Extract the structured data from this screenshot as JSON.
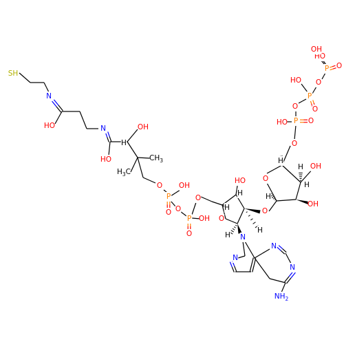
{
  "colors": {
    "bond": "#000000",
    "O": "#ff0000",
    "N": "#0000ff",
    "S": "#b2b200",
    "P": "#ff8000"
  },
  "atom_labels": [
    {
      "id": "sh",
      "text": "SH",
      "el": "S"
    },
    {
      "id": "n-thioamide",
      "text": "N",
      "el": "N"
    },
    {
      "id": "ho-thioamide",
      "text": "HO",
      "el": "O"
    },
    {
      "id": "n-amide",
      "text": "N",
      "el": "N"
    },
    {
      "id": "ho-amide",
      "text": "HO",
      "el": "O"
    },
    {
      "id": "oh-pantoyl",
      "text": "OH",
      "el": "O"
    },
    {
      "id": "h-pantoyl",
      "text": "H",
      "el": "C"
    },
    {
      "id": "ch3-a",
      "text": "CH",
      "sub": "3",
      "el": "C"
    },
    {
      "id": "h3c-b",
      "text": "H",
      "sub": "3",
      "tail": "C",
      "el": "C"
    },
    {
      "id": "o-pantoyl-ether",
      "text": "O",
      "el": "O"
    },
    {
      "id": "p1",
      "text": "P",
      "el": "P"
    },
    {
      "id": "p1-oh",
      "text": "OH",
      "el": "O"
    },
    {
      "id": "p1-o-double",
      "text": "O",
      "el": "O"
    },
    {
      "id": "o-bridge",
      "text": "O",
      "el": "O"
    },
    {
      "id": "p2",
      "text": "P",
      "el": "P"
    },
    {
      "id": "p2-oh",
      "text": "OH",
      "el": "O"
    },
    {
      "id": "p2-o-double",
      "text": "O",
      "el": "O"
    },
    {
      "id": "o-5prime",
      "text": "O",
      "el": "O"
    },
    {
      "id": "h-c4",
      "text": "H",
      "el": "C"
    },
    {
      "id": "h-c3",
      "text": "H",
      "el": "C"
    },
    {
      "id": "oh-c3",
      "text": "HO",
      "el": "O"
    },
    {
      "id": "o-ring1",
      "text": "O",
      "el": "O"
    },
    {
      "id": "h-c1",
      "text": "H",
      "el": "C"
    },
    {
      "id": "h-c2",
      "text": "H",
      "el": "C"
    },
    {
      "id": "o-glycosidic",
      "text": "O",
      "el": "O"
    },
    {
      "id": "n9",
      "text": "N",
      "el": "N"
    },
    {
      "id": "n7",
      "text": "N",
      "el": "N"
    },
    {
      "id": "n3",
      "text": "N",
      "el": "N"
    },
    {
      "id": "n1",
      "text": "N",
      "el": "N"
    },
    {
      "id": "nh2",
      "text": "NH",
      "sub": "2",
      "el": "N"
    },
    {
      "id": "o-ring2",
      "text": "O",
      "el": "O"
    },
    {
      "id": "h-r2-c4",
      "text": "H",
      "el": "C"
    },
    {
      "id": "h-r2-c1",
      "text": "H",
      "el": "C"
    },
    {
      "id": "h-r2-c3",
      "text": "H",
      "el": "C"
    },
    {
      "id": "h-r2-c2",
      "text": "H",
      "el": "C"
    },
    {
      "id": "oh-r2-c3",
      "text": "OH",
      "el": "O"
    },
    {
      "id": "oh-r2-c2",
      "text": "OH",
      "el": "O"
    },
    {
      "id": "o-r2-5prime",
      "text": "O",
      "el": "O"
    },
    {
      "id": "p3",
      "text": "P",
      "el": "P"
    },
    {
      "id": "p3-ho",
      "text": "HO",
      "el": "O"
    },
    {
      "id": "p3-o-double",
      "text": "O",
      "el": "O"
    },
    {
      "id": "o-p3-p4",
      "text": "O",
      "el": "O"
    },
    {
      "id": "p4",
      "text": "P",
      "el": "P"
    },
    {
      "id": "p4-ho",
      "text": "HO",
      "el": "O"
    },
    {
      "id": "p4-o-double",
      "text": "O",
      "el": "O"
    },
    {
      "id": "o-p4-p5",
      "text": "O",
      "el": "O"
    },
    {
      "id": "p5",
      "text": "P",
      "el": "P"
    },
    {
      "id": "p5-ho",
      "text": "HO",
      "el": "O"
    },
    {
      "id": "p5-oh-top",
      "text": "OH",
      "el": "O"
    },
    {
      "id": "p5-o-double",
      "text": "O",
      "el": "O"
    }
  ]
}
